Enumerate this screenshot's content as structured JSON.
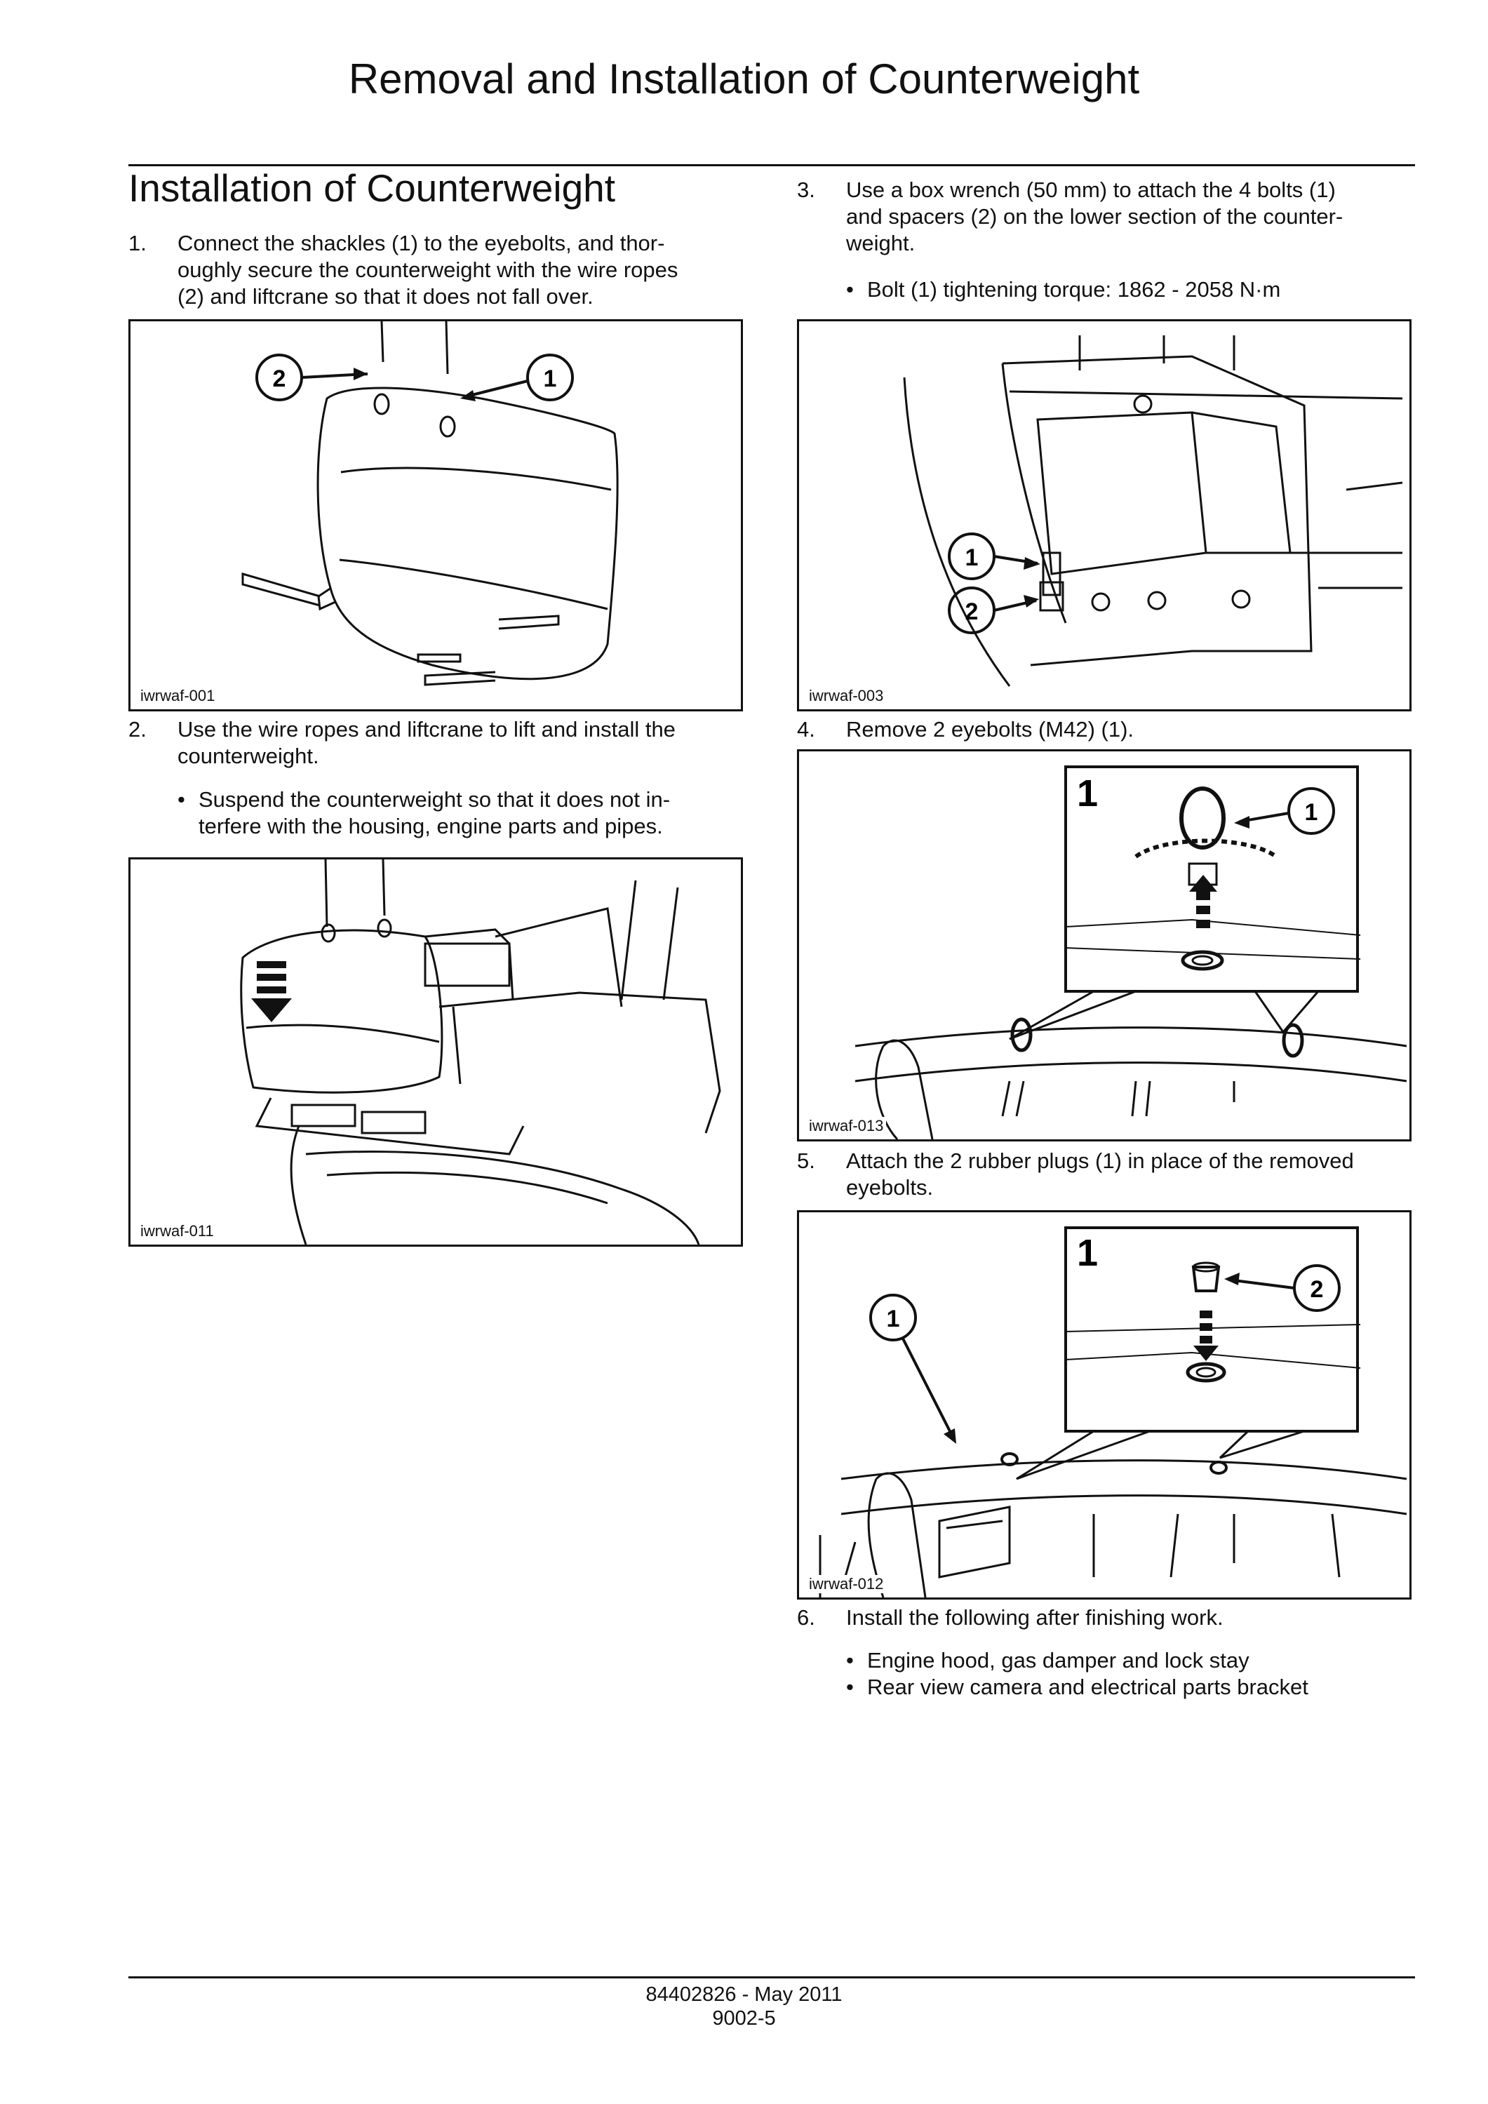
{
  "page": {
    "title": "Removal and Installation of Counterweight",
    "section_title": "Installation of Counterweight"
  },
  "steps": [
    {
      "num": "1.",
      "lines": [
        "Connect the shackles (1) to the eyebolts, and thor-",
        "oughly secure the counterweight with the wire ropes",
        "(2) and liftcrane so that it does not fall over."
      ]
    },
    {
      "num": "2.",
      "lines": [
        "Use the wire ropes and liftcrane to lift and install the",
        "counterweight."
      ],
      "bullets": [
        {
          "lines": [
            "Suspend the counterweight so that it does not in-",
            "terfere with the housing, engine parts and pipes."
          ]
        }
      ]
    },
    {
      "num": "3.",
      "lines": [
        "Use a box wrench (50 mm) to attach the 4 bolts (1)",
        "and spacers (2) on the lower section of the counter-",
        "weight."
      ],
      "bullets": [
        {
          "lines": [
            "Bolt (1) tightening torque: 1862 - 2058 N·m"
          ]
        }
      ]
    },
    {
      "num": "4.",
      "lines": [
        "Remove 2 eyebolts (M42) (1)."
      ]
    },
    {
      "num": "5.",
      "lines": [
        "Attach the 2 rubber plugs (1) in place of the removed",
        "eyebolts."
      ]
    },
    {
      "num": "6.",
      "lines": [
        "Install the following after finishing work."
      ],
      "bullets": [
        {
          "lines": [
            "Engine hood, gas damper and lock stay"
          ]
        },
        {
          "lines": [
            "Rear view camera and electrical parts bracket"
          ]
        }
      ]
    }
  ],
  "figures": [
    {
      "id": "iwrwaf-001",
      "callouts": [
        "2",
        "1"
      ]
    },
    {
      "id": "iwrwaf-011"
    },
    {
      "id": "iwrwaf-003",
      "callouts": [
        "1",
        "2"
      ]
    },
    {
      "id": "iwrwaf-013",
      "inset_label": "1",
      "callouts": [
        "1"
      ]
    },
    {
      "id": "iwrwaf-012",
      "inset_label": "1",
      "callouts": [
        "1",
        "2"
      ]
    }
  ],
  "bullet_symbol": "•",
  "footer": {
    "doc_ref": "84402826 - May 2011",
    "page_number": "9002-5"
  }
}
